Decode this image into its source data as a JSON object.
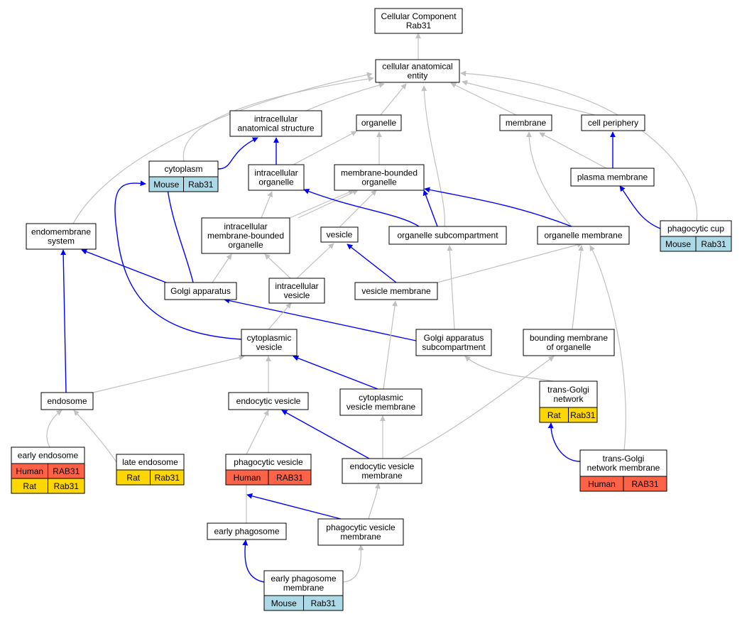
{
  "colors": {
    "gray_edge": "#c0c0c0",
    "blue_edge": "#0000ff",
    "human": "#ff6347",
    "rat": "#ffd700",
    "mouse": "#add8e6",
    "node_border": "#000000"
  },
  "nodes": {
    "cc_root": [
      "Cellular Component",
      "Rab31"
    ],
    "cae": [
      "cellular anatomical",
      "entity"
    ],
    "ias": [
      "intracellular",
      "anatomical structure"
    ],
    "organelle": [
      "organelle"
    ],
    "membrane": [
      "membrane"
    ],
    "cell_periphery": [
      "cell periphery"
    ],
    "cytoplasm": [
      "cytoplasm"
    ],
    "intra_organelle": [
      "intracellular",
      "organelle"
    ],
    "mb_organelle": [
      "membrane-bounded",
      "organelle"
    ],
    "plasma_membrane": [
      "plasma membrane"
    ],
    "endomembrane": [
      "endomembrane",
      "system"
    ],
    "imbo": [
      "intracellular",
      "membrane-bounded",
      "organelle"
    ],
    "vesicle": [
      "vesicle"
    ],
    "organelle_sub": [
      "organelle subcompartment"
    ],
    "organelle_membrane": [
      "organelle membrane"
    ],
    "phagocytic_cup": [
      "phagocytic cup"
    ],
    "golgi": [
      "Golgi apparatus"
    ],
    "intra_vesicle": [
      "intracellular",
      "vesicle"
    ],
    "vesicle_membrane": [
      "vesicle membrane"
    ],
    "cyto_vesicle": [
      "cytoplasmic",
      "vesicle"
    ],
    "golgi_sub": [
      "Golgi apparatus",
      "subcompartment"
    ],
    "bmo": [
      "bounding membrane",
      "of organelle"
    ],
    "endosome": [
      "endosome"
    ],
    "endocytic_vesicle": [
      "endocytic vesicle"
    ],
    "cvm": [
      "cytoplasmic",
      "vesicle membrane"
    ],
    "tgn": [
      "trans-Golgi",
      "network"
    ],
    "early_endosome": [
      "early endosome"
    ],
    "late_endosome": [
      "late endosome"
    ],
    "phago_vesicle": [
      "phagocytic vesicle"
    ],
    "evm": [
      "endocytic vesicle",
      "membrane"
    ],
    "tgnm": [
      "trans-Golgi",
      "network membrane"
    ],
    "early_phagosome": [
      "early phagosome"
    ],
    "pvm": [
      "phagocytic vesicle",
      "membrane"
    ],
    "epm": [
      "early phagosome",
      "membrane"
    ]
  },
  "annotations": {
    "cytoplasm": [
      [
        "Mouse",
        "Rab31"
      ]
    ],
    "phagocytic_cup": [
      [
        "Mouse",
        "Rab31"
      ]
    ],
    "tgn": [
      [
        "Rat",
        "Rab31"
      ]
    ],
    "early_endosome": [
      [
        "Human",
        "RAB31"
      ],
      [
        "Rat",
        "Rab31"
      ]
    ],
    "late_endosome": [
      [
        "Rat",
        "Rab31"
      ]
    ],
    "phago_vesicle": [
      [
        "Human",
        "RAB31"
      ]
    ],
    "tgnm": [
      [
        "Human",
        "RAB31"
      ]
    ],
    "epm": [
      [
        "Mouse",
        "Rab31"
      ]
    ]
  }
}
